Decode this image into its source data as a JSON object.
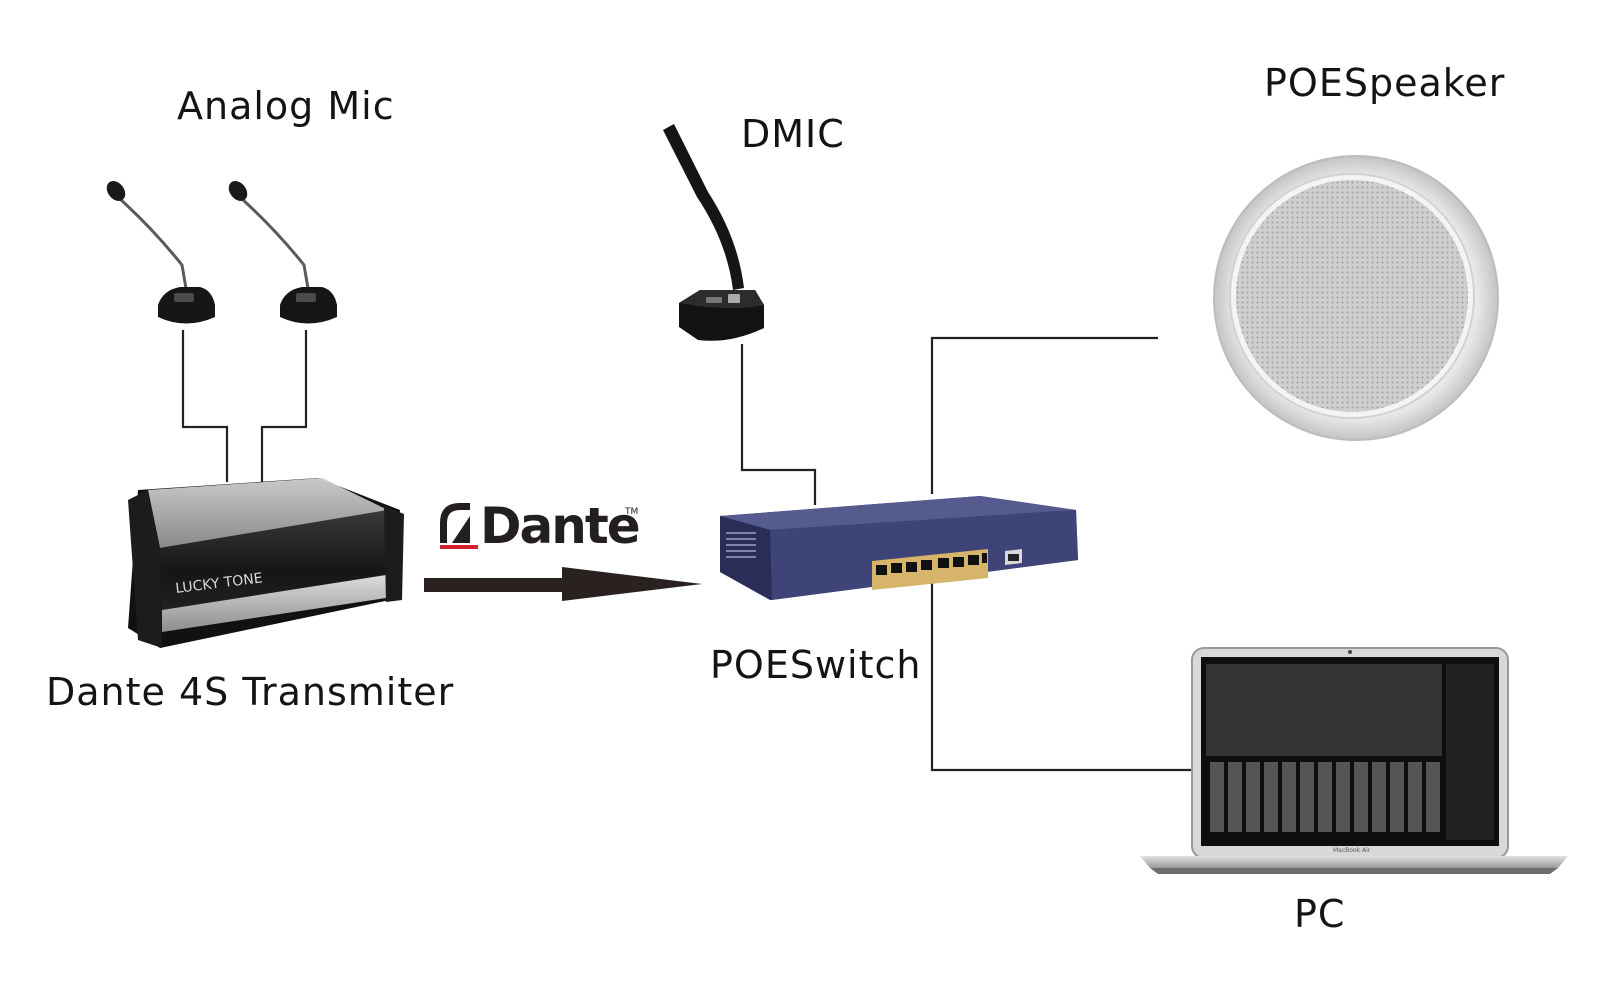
{
  "labels": {
    "analog_mic": "Analog Mic",
    "dmic": "DMIC",
    "poe_speaker": "POESpeaker",
    "transmitter": "Dante 4S Transmiter",
    "poe_switch": "POESwitch",
    "pc": "PC"
  },
  "product": {
    "transmitter_brand": "LUCKY TONE",
    "dante_logo": "Dante",
    "dante_tm": "TM",
    "laptop_model": "MacBook Air"
  },
  "colors": {
    "line": "#222222",
    "switch_body": "#3d4270",
    "switch_front": "#4a5086",
    "arrow": "#2a2220",
    "dante_red": "#d4202c",
    "dante_dark": "#231f20"
  },
  "icons": {
    "analog_mic": "gooseneck-microphone-icon",
    "dmic": "digital-microphone-icon",
    "speaker": "ceiling-speaker-icon",
    "transmitter": "transmitter-box-icon",
    "switch": "network-switch-icon",
    "laptop": "laptop-icon"
  }
}
